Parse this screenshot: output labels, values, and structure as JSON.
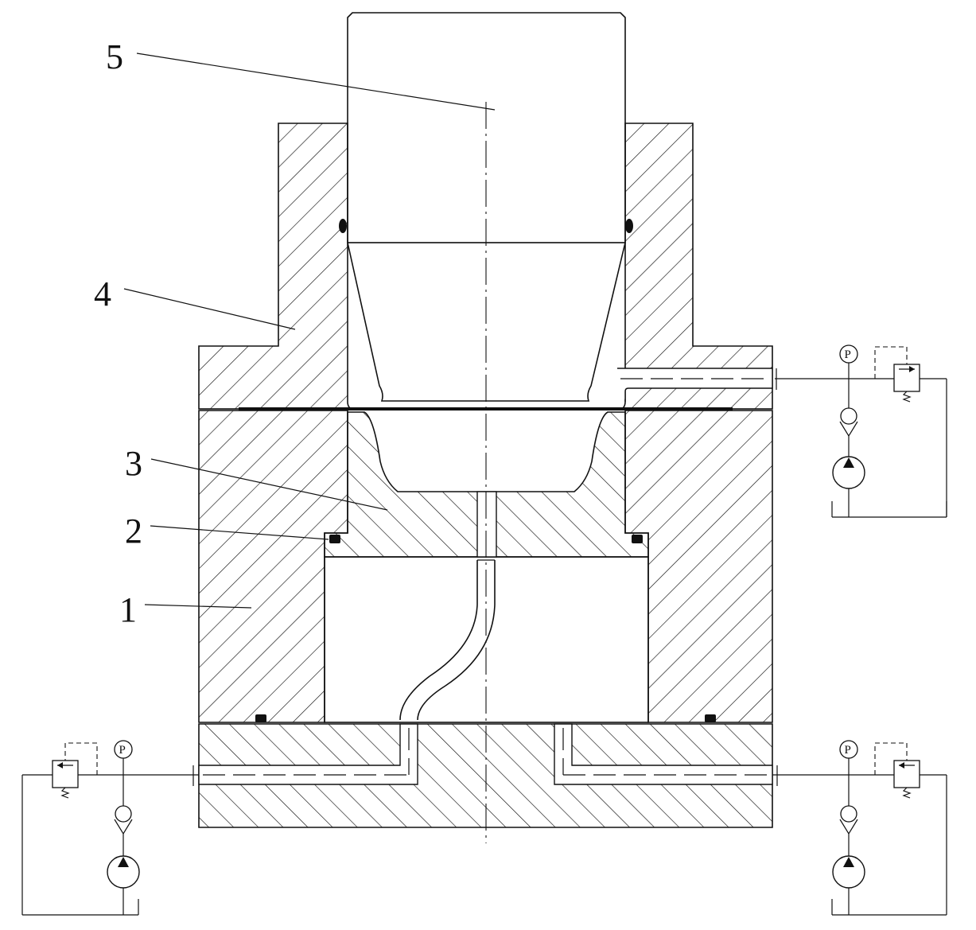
{
  "labels": [
    {
      "id": "5",
      "text": "5"
    },
    {
      "id": "4",
      "text": "4"
    },
    {
      "id": "3",
      "text": "3"
    },
    {
      "id": "2",
      "text": "2"
    },
    {
      "id": "1",
      "text": "1"
    }
  ],
  "gauge_symbol": "P",
  "hydraulic_units": [
    "upper-right",
    "lower-left",
    "lower-right"
  ],
  "colors": {
    "ink": "#111111",
    "background": "#ffffff"
  }
}
